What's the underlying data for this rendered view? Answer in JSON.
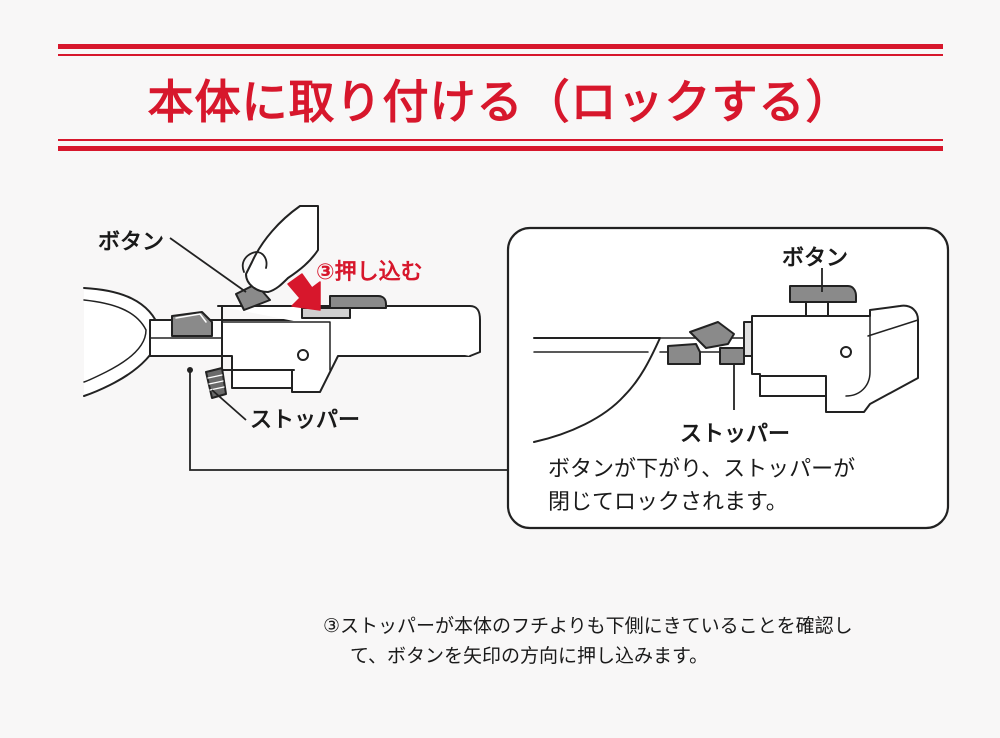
{
  "title": "本体に取り付ける（ロックする）",
  "left_figure": {
    "button_label": "ボタン",
    "action_label": "③押し込む",
    "stopper_label": "ストッパー"
  },
  "detail_figure": {
    "button_label": "ボタン",
    "stopper_label": "ストッパー",
    "caption_line1": "ボタンが下がり、ストッパーが",
    "caption_line2": "閉じてロックされます。"
  },
  "note": {
    "line1": "③ストッパーが本体のフチよりも下側にきていることを確認し",
    "line2": "て、ボタンを矢印の方向に押し込みます。"
  },
  "colors": {
    "accent": "#d7172c",
    "line": "#222222",
    "gray_part": "#8a8a8a",
    "background": "#f8f7f7"
  }
}
